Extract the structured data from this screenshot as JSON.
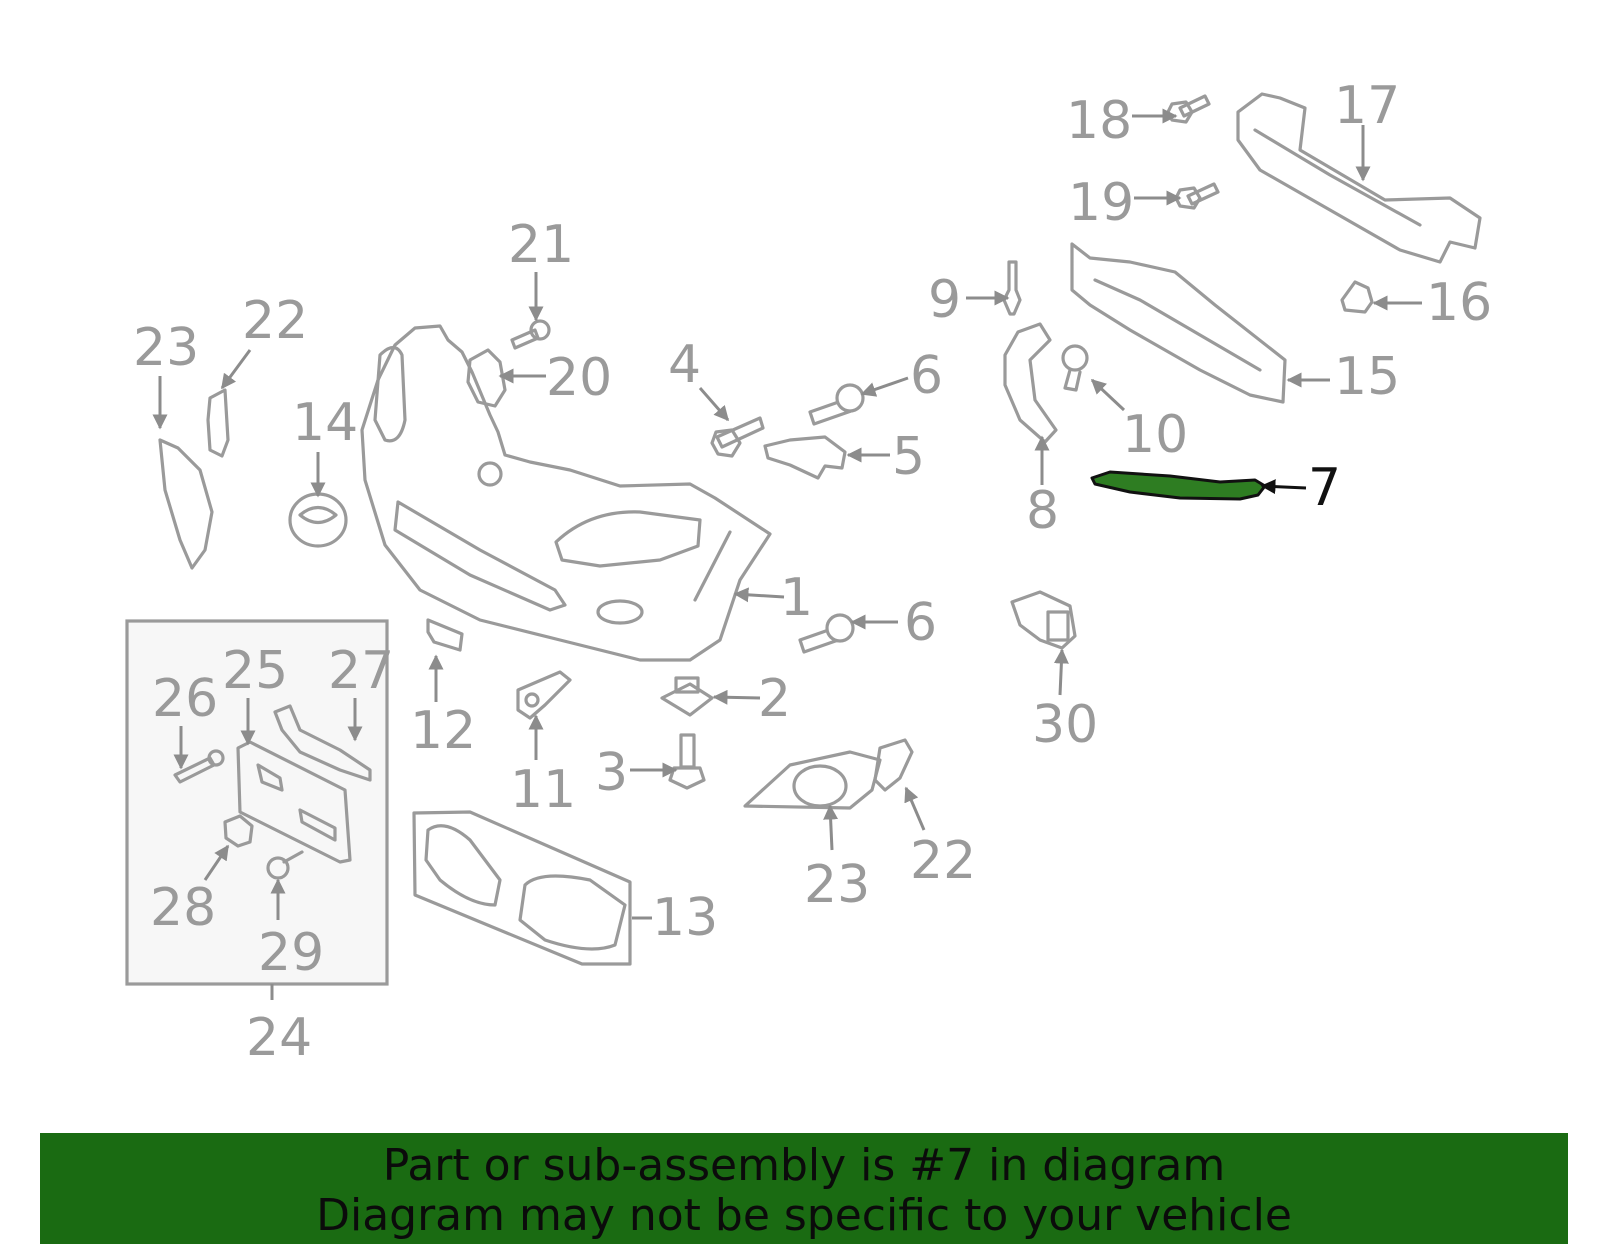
{
  "callouts": [
    "1",
    "2",
    "3",
    "4",
    "5",
    "6",
    "6",
    "7",
    "8",
    "9",
    "10",
    "11",
    "12",
    "13",
    "14",
    "15",
    "16",
    "17",
    "18",
    "19",
    "20",
    "21",
    "22",
    "22",
    "23",
    "23",
    "24",
    "25",
    "26",
    "27",
    "28",
    "29",
    "30"
  ],
  "highlighted_part": "7",
  "colors": {
    "banner": "#1a6b12",
    "part_lines": "#9a9a9a",
    "highlight_fill": "#2e7d22"
  },
  "banner": {
    "line1": "Part or sub-assembly is #7 in diagram",
    "line2": "Diagram may not be specific to your vehicle"
  }
}
